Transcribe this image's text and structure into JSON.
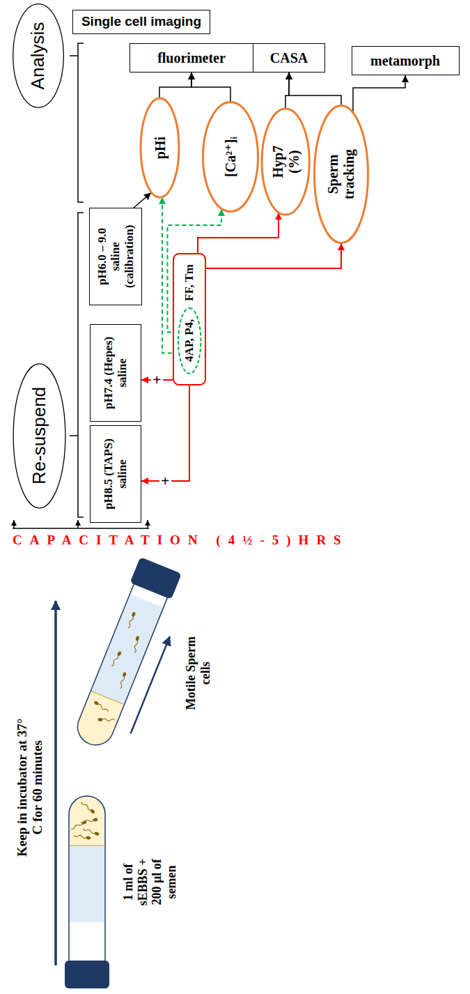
{
  "diagram": {
    "nodes": [
      {
        "text": [
          "Analysis"
        ]
      },
      {
        "text": [
          "Single cell imaging"
        ]
      },
      {
        "text": [
          "fluorimeter"
        ]
      },
      {
        "text": [
          "CASA"
        ]
      },
      {
        "text": [
          "metamorph"
        ]
      },
      {
        "text": [
          "pHi"
        ]
      },
      {
        "text": [
          "[Ca²⁺]ᵢ"
        ]
      },
      {
        "text": [
          "Hyp7 (%)"
        ]
      },
      {
        "text": [
          "Sperm tracking"
        ]
      },
      {
        "text": [
          "FF, Tm"
        ]
      },
      {
        "text": [
          "4AP, P4,"
        ],
        "in": 9
      },
      {
        "text": [
          "Re-suspend"
        ]
      },
      {
        "text": [
          "pH6.0 – 9.0 saline (calibration)"
        ]
      },
      {
        "text": [
          "pH7.4 (Hepes) saline"
        ]
      },
      {
        "text": [
          "pH8.5 (TAPS) saline"
        ]
      }
    ],
    "edges": [
      {
        "from": 12,
        "to": 5,
        "arrow": "to"
      },
      {
        "from": 10,
        "to": 5,
        "arrow": "to"
      },
      {
        "from": 10,
        "to": 6,
        "arrow": "to"
      },
      {
        "from": 9,
        "to": 7,
        "arrow": "to"
      },
      {
        "from": 9,
        "to": 8,
        "arrow": "to"
      },
      {
        "from": 9,
        "to": 13,
        "label": "+",
        "arrow": "to"
      },
      {
        "from": 9,
        "to": 14,
        "label": "+",
        "arrow": "to"
      },
      {
        "from": 5,
        "to": 2,
        "arrow": "to"
      },
      {
        "from": 6,
        "to": 2,
        "arrow": "to"
      },
      {
        "from": 7,
        "to": 3,
        "arrow": "to"
      },
      {
        "from": 8,
        "to": 3,
        "arrow": "to"
      },
      {
        "from": 8,
        "to": 4,
        "arrow": "to"
      }
    ],
    "labels": [
      "CAPACITATION (4½-5)HRS",
      "Keep in incubator at 37° C for 60 minutes",
      "1 ml of sEBBS + 200 µl of semen",
      "Motile Sperm cells"
    ]
  }
}
